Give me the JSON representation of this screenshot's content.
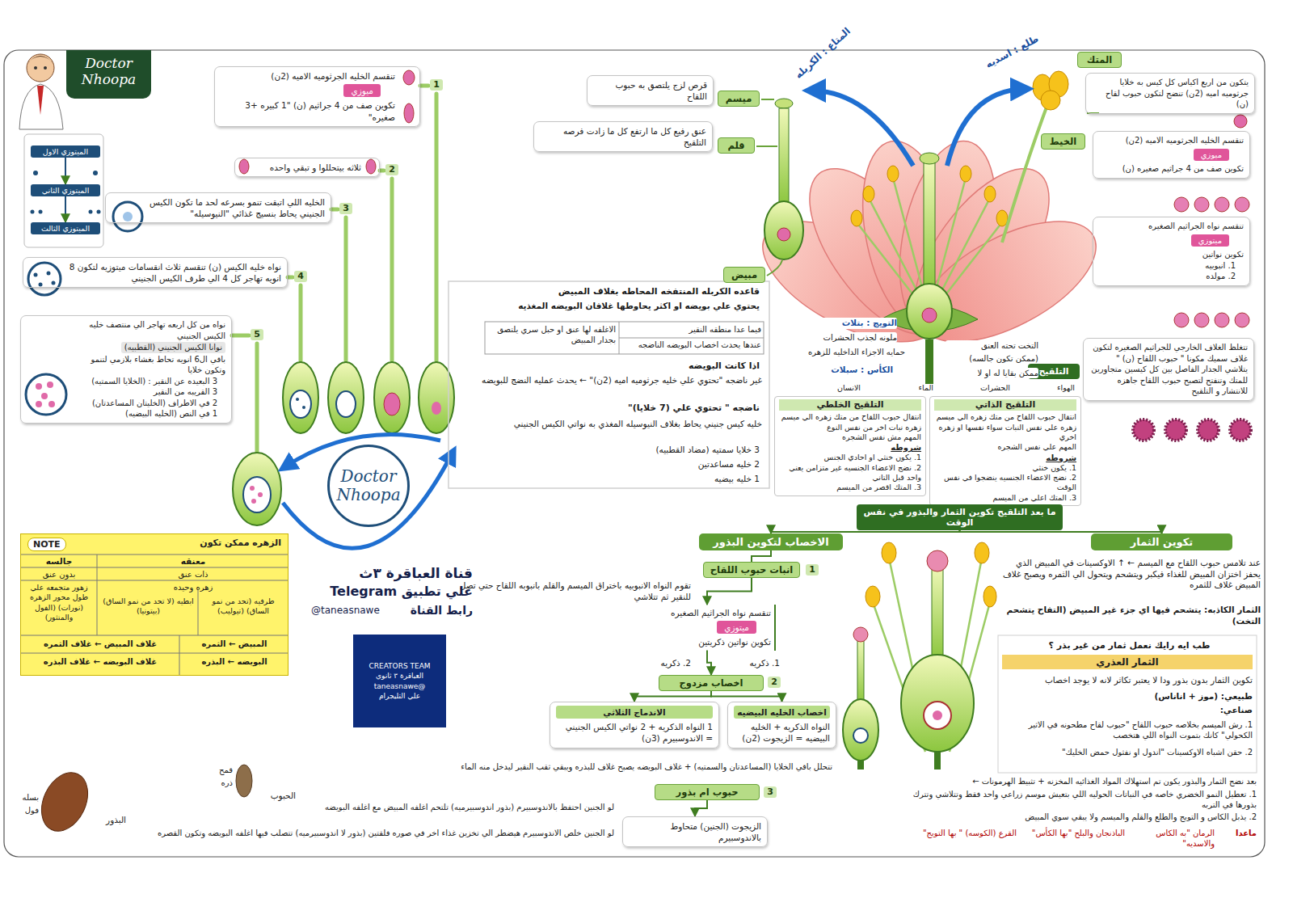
{
  "diagram": {
    "nodes": [
      {
        "text": [
          "Doctor",
          "Nhoopa"
        ]
      },
      {
        "text": [
          "تنقسم الخليه الجرثوميه الاميه (2ن)",
          "ميوزي",
          "تكوين صف من 4 جراثيم (ن) \"1 كبيره +3 صغيره\""
        ]
      },
      {
        "text": [
          "ثلاثه بيتحللوا و تبقي واحده"
        ]
      },
      {
        "text": [
          "الخليه اللي اتبقت تنمو بسرعه لحد ما تكون الكيس الجنيني يحاط بنسيج غذائي \"النيوسيله\""
        ]
      },
      {
        "text": [
          "نواه خليه الكيس (ن) تنقسم ثلاث انقسامات ميتوزيه لتكون 8 انويه تهاجر كل 4 الي طرف الكيس الجنيني"
        ]
      },
      {
        "text": [
          "نواه من كل اربعه تهاجر الي منتصف خليه الكيس الجنيني",
          "نوانا الكيس الجنيني (القطبيه)",
          "باقي ال6 انويه تحاط بغشاء بلازمي لتنمو وتكون خلايا",
          "3 البعيده عن النقير : (الخلايا السمتيه)",
          "3 القريبه من النقير",
          "2 في الاطراف (الخليتان المساعدتان)",
          "1 في النص (الخليه البيضيه)"
        ]
      },
      {
        "text": [
          "الميتوزي الاول"
        ]
      },
      {
        "text": [
          "الميتوزي الثاني"
        ]
      },
      {
        "text": [
          "الميتوزي الثالث"
        ]
      },
      {
        "text": [
          "Doctor",
          "Nhoopa"
        ]
      },
      {
        "text": [
          "NOTE",
          "الزهره ممكن تكون"
        ]
      },
      {
        "text": [
          "CREATORS TEAM",
          "العباقرة ٣ ثانوي",
          "@taneasnawe",
          "علي التليجرام"
        ]
      },
      {
        "text": [
          "قرص لزج يلتصق به حبوب اللقاح"
        ]
      },
      {
        "text": [
          "ميسم"
        ]
      },
      {
        "text": [
          "عنق رفيع كل ما ارتفع كل ما زادت فرصه التلقيح"
        ]
      },
      {
        "text": [
          "قلم"
        ]
      },
      {
        "text": [
          "مبيض"
        ]
      },
      {
        "text": [
          "المتك"
        ]
      },
      {
        "text": [
          "يتكون من اربع اكياس كل كيس به خلايا جرثوميه اميه (2ن) تنضج لتكون حبوب لقاح (ن)"
        ]
      },
      {
        "text": [
          "الخيط"
        ]
      },
      {
        "text": [
          "تنقسم الخليه الجرثوميه الاميه (2ن)",
          "ميوزي",
          "تكوين صف من 4 جراثيم صغيره (ن)"
        ]
      },
      {
        "text": [
          "تنقسم نواه الجراثيم الصغيره",
          "ميتوزي",
          "تكوين نواتين",
          "1. انبوبيه",
          "2. مولده"
        ]
      },
      {
        "text": [
          "تتغلظ الغلاف الخارجي للجراثيم الصغيره لتكون غلاف سميك مكونا \" حبوب اللقاح (ن) \"",
          "يتلاشي الجدار الفاصل بين كل كيسين متجاورين للمتك وتنفتح لتصبح حبوب اللقاح جاهزه للانتشار و التلقيح"
        ]
      },
      {
        "text": [
          "التلقيح"
        ]
      },
      {
        "text": [
          "التلقيح الذاتي",
          "انتقال حبوب اللقاح من متك زهره الي ميسم زهره علي نفس النبات سواء نفسها او زهره اخري",
          "المهم علي نفس الشجره",
          "شروطه",
          "1. يكون خنثي",
          "2. نضج الاعضاء الجنسيه ينضجوا في نفس الوقت",
          "3. المتك اعلي من الميسم"
        ]
      },
      {
        "text": [
          "التلقيح الخلطي",
          "انتقال حبوب اللقاح من متك زهره الي ميسم زهره نبات اخر من نفس النوع",
          "المهم مش نفس الشجره",
          "شروطه",
          "1. يكون خنثي او احادي الجنس",
          "2. نضج الاعضاء الجنسيه غير متزامن يعني واحد قبل التاني",
          "3. المتك اقصر من الميسم"
        ]
      },
      {
        "text": [
          "ما بعد التلقيح تكوين الثمار والبذور في نفس الوقت"
        ]
      },
      {
        "text": [
          "الاخصاب لتكوين البذور"
        ]
      },
      {
        "text": [
          "تكوين الثمار"
        ]
      },
      {
        "text": [
          "انبات حبوب اللقاح"
        ]
      },
      {
        "text": [
          "تنقسم نواه الجراثيم الصغيره",
          "ميتوزي",
          "تكوين نواتين ذكريتين"
        ]
      },
      {
        "text": [
          "اخصاب مزدوج"
        ]
      },
      {
        "text": [
          "اخصاب الخليه البيضيه",
          "النواه الذكريه + الخليه البيضيه = الزيجوت (2ن)"
        ]
      },
      {
        "text": [
          "الاندماج الثلاثي",
          "1 النواه الذكريه + 2 نواتي الكيس الجنيني = الاندوسبيرم (3ن)"
        ]
      },
      {
        "text": [
          "حبوب ام بذور"
        ]
      },
      {
        "text": [
          "الزيجوت (الجنين) متحاوط بالاندوسبيرم"
        ]
      },
      {
        "text": [
          "الثمار العذري"
        ]
      }
    ],
    "edges": [
      {
        "from": 6,
        "to": 7,
        "arrow": "to"
      },
      {
        "from": 7,
        "to": 8,
        "arrow": "to"
      },
      {
        "from": 26,
        "to": 27,
        "arrow": "to"
      },
      {
        "from": 26,
        "to": 28,
        "arrow": "to"
      },
      {
        "from": 27,
        "to": 29,
        "arrow": "none"
      },
      {
        "from": 29,
        "to": 30,
        "arrow": "to"
      },
      {
        "from": 30,
        "to": 31,
        "arrow": "to"
      },
      {
        "from": 31,
        "to": 32,
        "arrow": "to"
      },
      {
        "from": 31,
        "to": 33,
        "arrow": "to"
      },
      {
        "from": 34,
        "to": 35,
        "arrow": "to"
      }
    ],
    "labels": [
      "1",
      "2",
      "3",
      "4",
      "5",
      "قاعده الكربله المنتفخه المحاطه بغلاف المبيض",
      "يحتوي علي بويضه او اكثر يحاوطها غلافان البويضه المغذيه",
      "فيما عدا منطقه النقير",
      "عندها يحدث اخصاب البويضه الناضجه",
      "الاغلفه لها عنق او حبل سري يلتصق بجدار المبيض",
      "اذا كانت البويضه",
      "غير ناضجه \"تحتوي علي خليه جرثوميه اميه (2ن)\" ← يحدث عمليه النضج للبويضه",
      "ناضجه \" تحتوي علي (7 خلايا)\"",
      "خليه كيس جنيني يحاط بغلاف النيوسيله المغذي به نواتي الكيس الجنيني",
      "3 خلايا سمتيه (مضاد القطبيه)",
      "2 خليه مساعدتين",
      "1 خليه بيضيه",
      "طلع : اسديه",
      "المتاع : الكربله",
      "التويج : بتلات",
      "ملونه لجذب الحشرات",
      "حمايه الاجزاء الداخليه للزهره",
      "الكأس : سبلات",
      "التخت تحته العنق",
      "(ممكن تكون جالسه)",
      "ممكن بقايا له او لا",
      "الهواء",
      "الحشرات",
      "الماء",
      "الانسان",
      "1",
      "تقوم النواه الانبوبيه باختراق الميسم والقلم بانبوبه اللقاح حتي تصل للنقير ثم تتلاشي",
      "1. ذكريه",
      "2. ذكريه",
      "2",
      "تتحلل باقي الخلايا (المساعدتان والسمتيه) + غلاف البويضه يصبح غلاف للبذره ويبقي ثقب النقير ليدخل منه الماء",
      "3",
      "لو الجنين احتفظ بالاندوسبيرم (بذور اندوسبيرميه) تلتحم اغلفه المبيض مع اغلفه البويضه",
      "لو الجنين خلص الاندوسبيرم هيضطر الي تخزين غذاء اخر في صوره فلقتين (بذور لا اندوسبيرميه) تتصلب فيها اغلفه البويضه وتكون القصره",
      "الحبوب",
      "قمح",
      "ذره",
      "البذور",
      "بسله",
      "فول",
      "عند تلامس حبوب اللقاح مع الميسم ← ↑ الاوكسينات في المبيض الذي يحفز اختزان المبيض للغذاء فيكبر ويتشحم ويتحول الي الثمره ويصبح غلاف المبيض غلاف للثمره",
      "الثمار الكاذبه: يتشحم فيها اي جزء غير المبيض (التفاح يتشحم التخت)",
      "طب ايه رايك نعمل ثمار من غير بذر ؟",
      "تكوين الثمار بدون بذور ودا لا يعتبر تكاثر لانه لا يوجد اخصاب",
      "طبيعي: (موز + اناناس)",
      "صناعي:",
      "1. رش الميسم بخلاصه حبوب اللقاح \"حبوب لقاح مطحونه في الاثير الكحولي\" كانك بتموت النواه اللي هتخصب",
      "2. حقن اشباه الاوكسينات \"اندول او نفثول حمض الخليك\"",
      "بعد نضج الثمار والبذور يكون تم استهلاك المواد الغذائيه المخزنه + تثبيط الهرمونات ←",
      "1. تعطيل النمو الخضري خاصه في النباتات الحوليه اللي بتعيش موسم زراعي واحد فقط وتتلاشي وتترك بذورها في التربه",
      "2. يذبل الكاس و التويج والطلع والقلم والميسم ولا يبقي سوي المبيض",
      "ماعدا",
      "الرمان \"به الكاس والاسديه\"",
      "الباذنجان والبلح \"بها الكأس\"",
      "القرع (الكوسه) \" بها التويج\"",
      "قناة العباقرة ٣ث",
      "علي تطبيق Telegram",
      "رابط القناة",
      "@taneasnawe",
      "جالسه",
      "معنقه",
      "بدون عنق",
      "ذات عنق",
      "زهور متجمعه علي طول محور الزهره (نورات) (الفول والمنثور)",
      "زهره وحيده",
      "طرفيه (تحد من نمو الساق) (تيوليب)",
      "ابطيه (لا تحد من نمو الساق) (بيتونيا)",
      "المبيض ← الثمره",
      "غلاف المبيض ← غلاف الثمره",
      "البويضه ← البذره",
      "غلاف البويضه ← غلاف البذره"
    ]
  }
}
